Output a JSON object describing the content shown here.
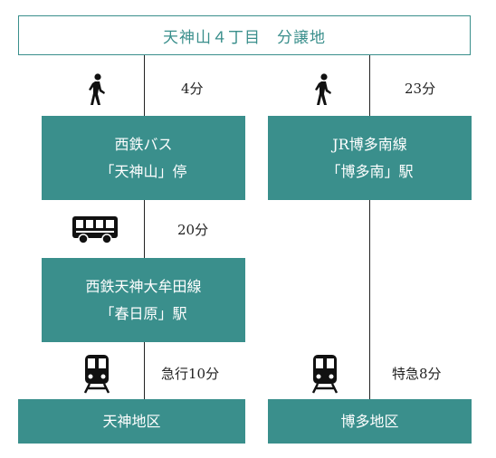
{
  "header": {
    "title": "天神山４丁目　分譲地"
  },
  "left_route": {
    "step1_time": "4分",
    "stop1_line1": "西鉄バス",
    "stop1_line2": "「天神山」停",
    "step2_time": "20分",
    "stop2_line1": "西鉄天神大牟田線",
    "stop2_line2": "「春日原」駅",
    "step3_time": "急行10分",
    "destination": "天神地区"
  },
  "right_route": {
    "step1_time": "23分",
    "stop1_line1": "JR博多南線",
    "stop1_line2": "「博多南」駅",
    "step2_time": "特急8分",
    "destination": "博多地区"
  },
  "icons": {
    "walk": "walking-person-icon",
    "bus": "bus-icon",
    "train": "train-icon"
  },
  "colors": {
    "teal": "#3a8f8c",
    "text": "#222222",
    "line": "#222222"
  }
}
